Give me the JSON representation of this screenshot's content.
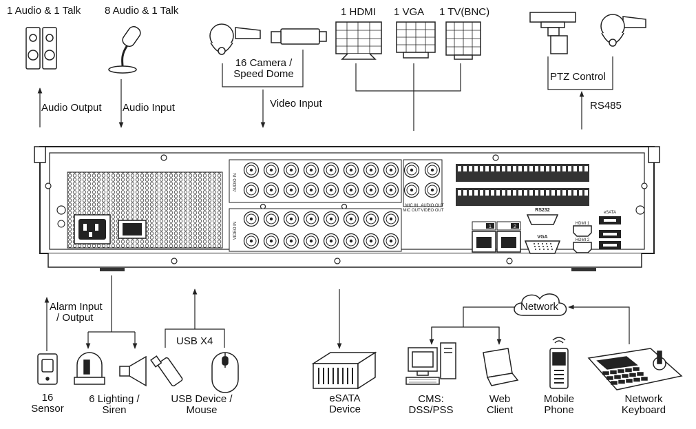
{
  "top": {
    "audio_out_device": "1 Audio  & 1 Talk",
    "audio_in_device": "8 Audio & 1 Talk",
    "audio_output": "Audio  Output",
    "audio_input": "Audio  Input",
    "camera": [
      "16 Camera /",
      "Speed Dome"
    ],
    "video_input": "Video Input",
    "hdmi": "1 HDMI",
    "vga": "1 VGA",
    "tv": "1 TV(BNC)",
    "ptz_control": "PTZ Control",
    "rs485": "RS485"
  },
  "panel": {
    "audio_in": "AUDIO IN",
    "video_in": "VIDEO IN",
    "mic_in": "MIC IN",
    "mic_out": "MIC OUT",
    "audio_out": "AUDIO OUT",
    "video_out": "VIDEO OUT",
    "rs232": "RS232",
    "vga": "VGA",
    "hdmi1": "HDMI 1",
    "hdmi2": "HDMI 2",
    "esata": "eSATA",
    "lan1": "1",
    "lan2": "2"
  },
  "bottom": {
    "alarm": [
      "Alarm Input",
      "/ Output"
    ],
    "sensor": [
      "16",
      "Sensor"
    ],
    "lighting": [
      "6 Lighting /",
      "Siren"
    ],
    "usb_x4": "USB X4",
    "usb_device": [
      "USB Device /",
      "Mouse"
    ],
    "esata": [
      "eSATA",
      "Device"
    ],
    "network": "Network",
    "cms": [
      "CMS:",
      "DSS/PSS"
    ],
    "web": [
      "Web",
      "Client"
    ],
    "mobile": [
      "Mobile",
      "Phone"
    ],
    "keyboard": [
      "Network",
      "Keyboard"
    ]
  }
}
